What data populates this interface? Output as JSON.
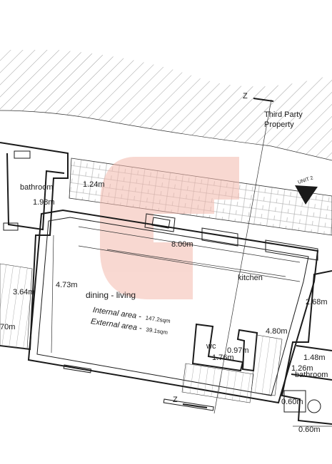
{
  "plan": {
    "third_party_line1": "Third Party",
    "third_party_line2": "Property",
    "section_marker_top": "Z",
    "section_marker_bottom": "Z",
    "unit_label": "UNIT 2",
    "rooms": {
      "bathroom_left": "bathroom",
      "bathroom_right": "bathroom",
      "kitchen": "kitchen",
      "dining_living": "dining - living",
      "wc": "wc"
    },
    "areas": {
      "internal_label": "Internal area -",
      "internal_value": "147.2sqm",
      "external_label": "External area -",
      "external_value": "39.1sqm"
    },
    "dimensions": {
      "d_1_24": "1.24m",
      "d_1_98": "1.98m",
      "d_8_00": "8.00m",
      "d_4_73": "4.73m",
      "d_3_64": "3.64m",
      "d_70": "70m",
      "d_2_68": "2.68m",
      "d_4_80": "4.80m",
      "d_0_97": "0.97m",
      "d_1_76": "1.76m",
      "d_1_48": "1.48m",
      "d_1_26": "1.26m",
      "d_0_60a": "0.60m",
      "d_0_60b": "0.60m"
    },
    "colors": {
      "watermark": "#f4b9ad",
      "ink": "#1a1a1a",
      "hatch": "#888888"
    }
  }
}
